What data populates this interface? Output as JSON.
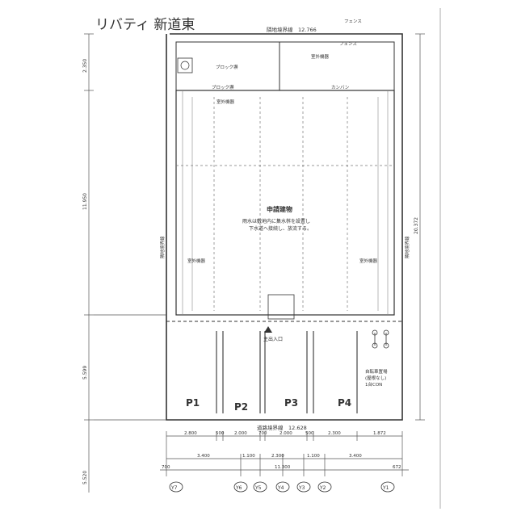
{
  "handwritten_title": "リバティ 新道東",
  "boundaries": {
    "top": "隣地境界線　12.766",
    "bottom": "道路境界線　12.628",
    "left": "隣地境界線",
    "right": "隣地境界線"
  },
  "side_dims": {
    "left_top": "2.350",
    "left_mid": "11.950",
    "left_lower": "5.599",
    "left_bottom": "5.520",
    "right": "20.372"
  },
  "labels": {
    "applied_building": "申請建物",
    "drainage_note_1": "雨水は敷地内に集水桝を設置し",
    "drainage_note_2": "下水道へ接続し、放流する。",
    "entrance": "主出入口",
    "bicycle_1": "自転車置場",
    "bicycle_2": "(屋根なし)",
    "bicycle_3": "1台CON",
    "unit_1": "室外機器",
    "unit_2": "室外機器",
    "unit_3": "室外機器",
    "unit_4": "室外機器",
    "block_1": "ブロック塀",
    "block_2": "ブロック塀",
    "kanpan": "カンバン",
    "fence_1": "フェンス",
    "fence_2": "フェンス"
  },
  "parking": [
    "P1",
    "P2",
    "P3",
    "P4"
  ],
  "dims": {
    "row1": [
      "2.800",
      "500",
      "2.000",
      "700",
      "2.000",
      "500",
      "2.300",
      "1.872"
    ],
    "row2": [
      "3.400",
      "1.100",
      "2.300",
      "1.100",
      "3.400"
    ],
    "row3": [
      "700",
      "11.300",
      "672"
    ]
  },
  "grid_labels": [
    "Y7",
    "Y6",
    "Y5",
    "Y4",
    "Y3",
    "Y2",
    "Y1"
  ],
  "colors": {
    "ink": "#333333",
    "paper": "#ffffff",
    "faint": "#777777"
  }
}
